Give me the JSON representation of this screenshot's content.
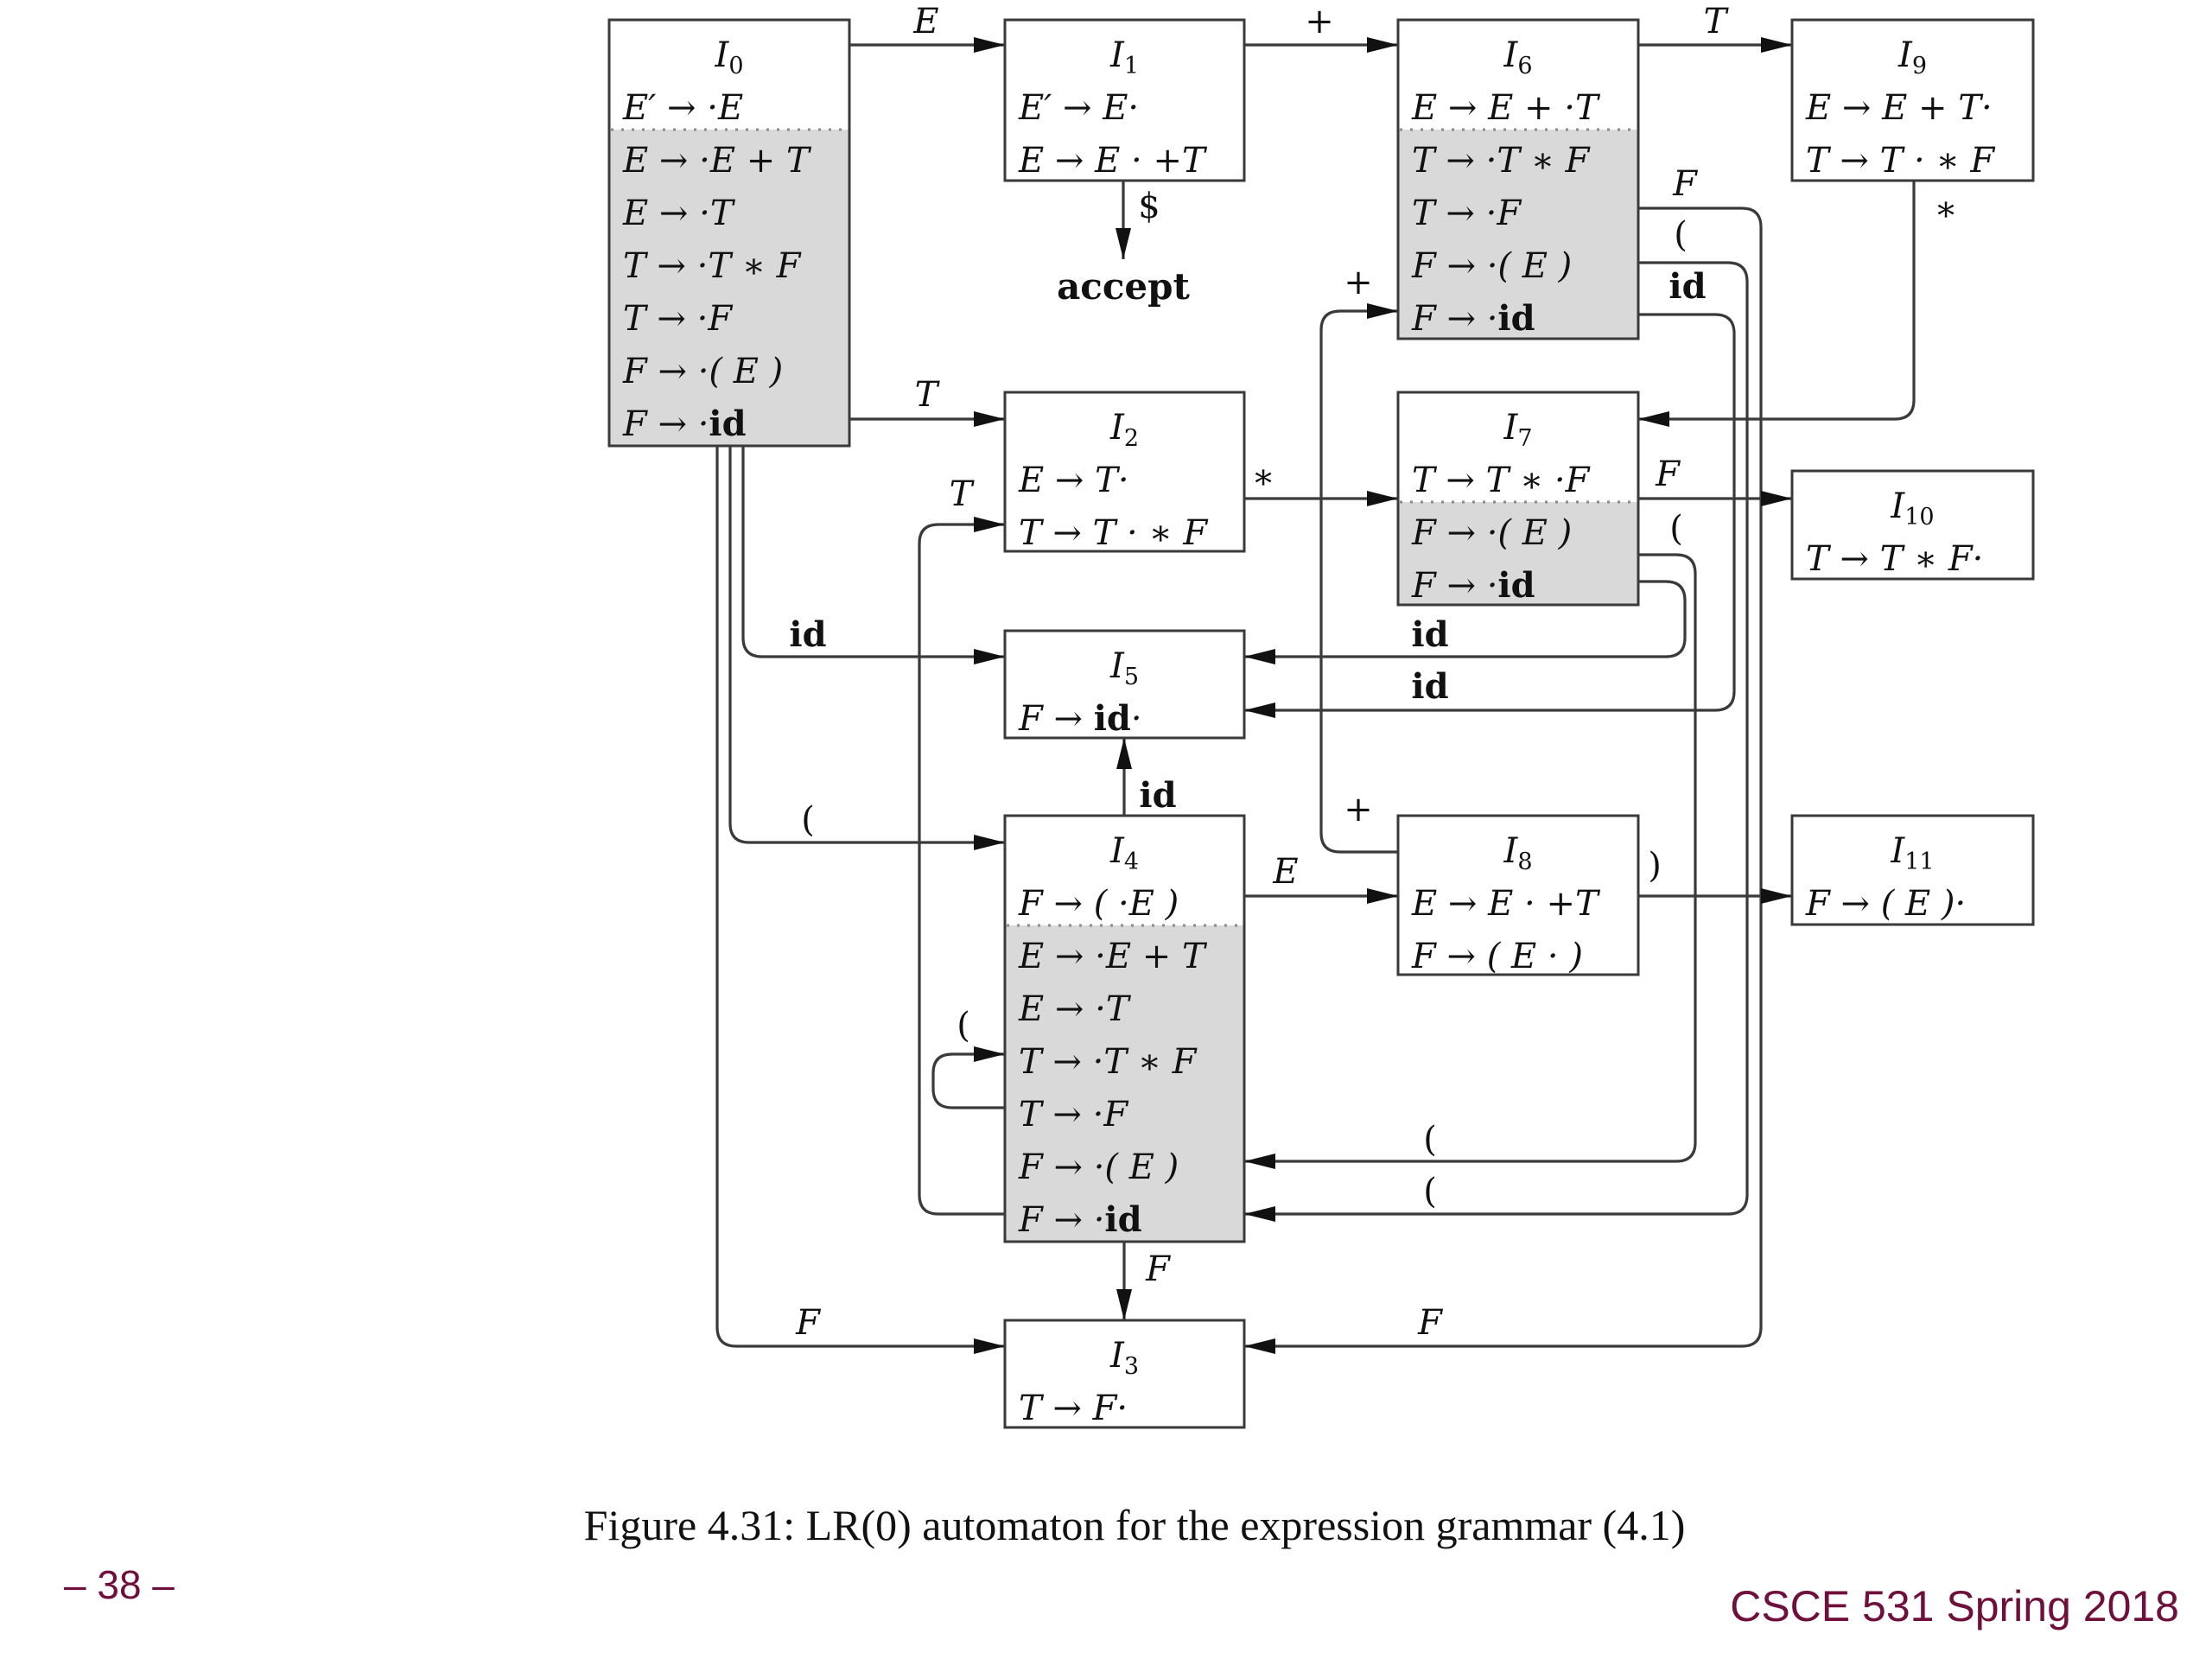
{
  "figure": {
    "caption": "Figure 4.31: LR(0) automaton for the expression grammar (4.1)",
    "accept_label": "accept"
  },
  "footer": {
    "page_number": "– 38 –",
    "course": "CSCE 531 Spring 2018",
    "accent_color": "#6e0f3c"
  },
  "colors": {
    "closure_shade": "#d9d9d9",
    "line": "#3a3a3a"
  },
  "states": [
    {
      "id": "I0",
      "name": "I",
      "sub": "0",
      "kernel": [
        "E′ → ·E"
      ],
      "closure": [
        "E → ·E + T",
        "E → ·T",
        "T → ·T ∗ F",
        "T → ·F",
        "F → ·( E )",
        "F → ·id"
      ]
    },
    {
      "id": "I1",
      "name": "I",
      "sub": "1",
      "kernel": [
        "E′ → E·",
        "E → E · +T"
      ],
      "closure": []
    },
    {
      "id": "I2",
      "name": "I",
      "sub": "2",
      "kernel": [
        "E → T·",
        "T → T · ∗ F"
      ],
      "closure": []
    },
    {
      "id": "I3",
      "name": "I",
      "sub": "3",
      "kernel": [
        "T → F·"
      ],
      "closure": []
    },
    {
      "id": "I4",
      "name": "I",
      "sub": "4",
      "kernel": [
        "F → ( ·E )"
      ],
      "closure": [
        "E → ·E + T",
        "E → ·T",
        "T → ·T ∗ F",
        "T → ·F",
        "F → ·( E )",
        "F → ·id"
      ]
    },
    {
      "id": "I5",
      "name": "I",
      "sub": "5",
      "kernel": [
        "F → id·"
      ],
      "closure": []
    },
    {
      "id": "I6",
      "name": "I",
      "sub": "6",
      "kernel": [
        "E → E + ·T"
      ],
      "closure": [
        "T → ·T ∗ F",
        "T → ·F",
        "F → ·( E )",
        "F → ·id"
      ]
    },
    {
      "id": "I7",
      "name": "I",
      "sub": "7",
      "kernel": [
        "T → T ∗ ·F"
      ],
      "closure": [
        "F → ·( E )",
        "F → ·id"
      ]
    },
    {
      "id": "I8",
      "name": "I",
      "sub": "8",
      "kernel": [
        "E → E · +T",
        "F → ( E · )"
      ],
      "closure": []
    },
    {
      "id": "I9",
      "name": "I",
      "sub": "9",
      "kernel": [
        "E → E + T·",
        "T → T · ∗ F"
      ],
      "closure": []
    },
    {
      "id": "I10",
      "name": "I",
      "sub": "10",
      "kernel": [
        "T → T ∗ F·"
      ],
      "closure": []
    },
    {
      "id": "I11",
      "name": "I",
      "sub": "11",
      "kernel": [
        "F → ( E )·"
      ],
      "closure": []
    }
  ],
  "transitions": [
    {
      "from": "I0",
      "to": "I1",
      "symbol": "E"
    },
    {
      "from": "I0",
      "to": "I2",
      "symbol": "T"
    },
    {
      "from": "I0",
      "to": "I5",
      "symbol": "id"
    },
    {
      "from": "I0",
      "to": "I4",
      "symbol": "("
    },
    {
      "from": "I0",
      "to": "I3",
      "symbol": "F"
    },
    {
      "from": "I1",
      "to": "I6",
      "symbol": "+"
    },
    {
      "from": "I1",
      "to": "accept",
      "symbol": "$"
    },
    {
      "from": "I2",
      "to": "I7",
      "symbol": "∗"
    },
    {
      "from": "I4",
      "to": "I8",
      "symbol": "E"
    },
    {
      "from": "I4",
      "to": "I2",
      "symbol": "T"
    },
    {
      "from": "I4",
      "to": "I5",
      "symbol": "id"
    },
    {
      "from": "I4",
      "to": "I4",
      "symbol": "("
    },
    {
      "from": "I4",
      "to": "I3",
      "symbol": "F"
    },
    {
      "from": "I6",
      "to": "I9",
      "symbol": "T"
    },
    {
      "from": "I6",
      "to": "I3",
      "symbol": "F"
    },
    {
      "from": "I6",
      "to": "I4",
      "symbol": "("
    },
    {
      "from": "I6",
      "to": "I5",
      "symbol": "id"
    },
    {
      "from": "I7",
      "to": "I10",
      "symbol": "F"
    },
    {
      "from": "I7",
      "to": "I4",
      "symbol": "("
    },
    {
      "from": "I7",
      "to": "I5",
      "symbol": "id"
    },
    {
      "from": "I8",
      "to": "I6",
      "symbol": "+"
    },
    {
      "from": "I8",
      "to": "I11",
      "symbol": ")"
    },
    {
      "from": "I9",
      "to": "I7",
      "symbol": "∗"
    }
  ]
}
